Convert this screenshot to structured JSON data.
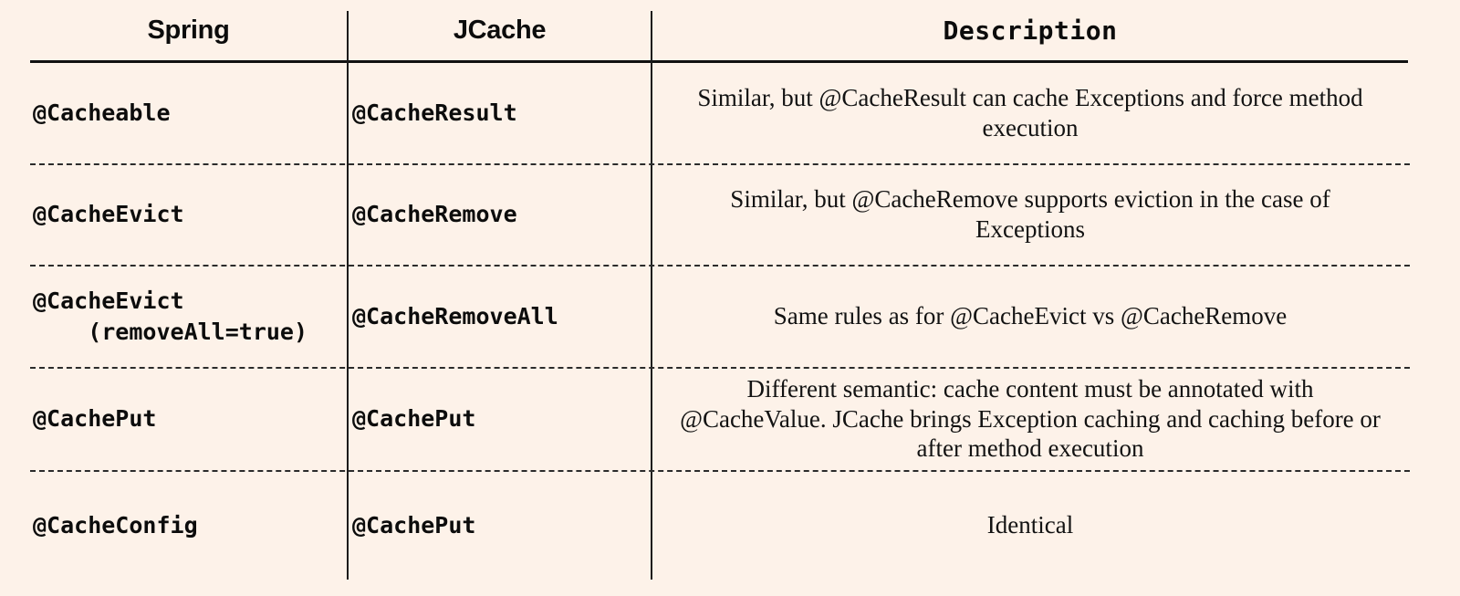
{
  "table": {
    "columns": [
      {
        "key": "spring",
        "label": "Spring"
      },
      {
        "key": "jcache",
        "label": "JCache"
      },
      {
        "key": "description",
        "label": "Description"
      }
    ],
    "rows": [
      {
        "spring": "@Cacheable",
        "jcache": "@CacheResult",
        "description": "Similar, but @CacheResult can cache Exceptions and force method execution"
      },
      {
        "spring": "@CacheEvict",
        "jcache": "@CacheRemove",
        "description": "Similar, but @CacheRemove supports eviction in the case of Exceptions"
      },
      {
        "spring": "@CacheEvict\n    (removeAll=true)",
        "jcache": "@CacheRemoveAll",
        "description": "Same rules as for @CacheEvict vs @CacheRemove"
      },
      {
        "spring": "@CachePut",
        "jcache": "@CachePut",
        "description": "Different semantic: cache content must be annotated with @CacheValue. JCache brings Exception caching and caching before or after method execution"
      },
      {
        "spring": "@CacheConfig",
        "jcache": "@CachePut",
        "description": "Identical"
      }
    ]
  },
  "style": {
    "background_color": "#fdf2e9",
    "text_color": "#0c0c0c",
    "rule_color": "#111111"
  }
}
